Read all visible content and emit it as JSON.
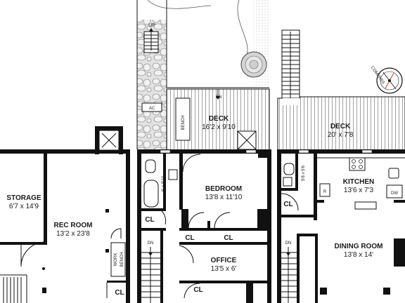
{
  "floorplan": {
    "levels": {
      "lower": {
        "rooms": [
          {
            "name": "STORAGE",
            "dims": "6'7 x 14'9"
          },
          {
            "name": "REC ROOM",
            "dims": "13'2 x 23'8"
          }
        ],
        "labels": {
          "work_bench_1": "WORK",
          "work_bench_2": "BENCH",
          "closet": "CL"
        }
      },
      "middle": {
        "rooms": [
          {
            "name": "DECK",
            "dims": "16'2 x 9'10"
          },
          {
            "name": "BEDROOM",
            "dims": "13'8 x 11'10"
          },
          {
            "name": "OFFICE",
            "dims": "13'5 x 6'"
          }
        ],
        "labels": {
          "stairs_up": "UP",
          "stairs_down_deck": "DN",
          "stairs_down": "DN",
          "ac": "AC",
          "bench": "BENCH",
          "bath_dims": "6' x 8'10",
          "closet": "CL"
        }
      },
      "upper": {
        "rooms": [
          {
            "name": "DECK",
            "dims": "20' x 7'8"
          },
          {
            "name": "KITCHEN",
            "dims": "13'6 x 7'3"
          },
          {
            "name": "DINING ROOM",
            "dims": "13'8 x 14'"
          }
        ],
        "labels": {
          "stairs_down_top": "DN",
          "stairs_down": "DN",
          "bath_dims": "5'8 x 5'6",
          "closet": "CL",
          "refrigerator": "R",
          "dishwasher": "DW",
          "compass": "COMPASS"
        }
      }
    }
  }
}
